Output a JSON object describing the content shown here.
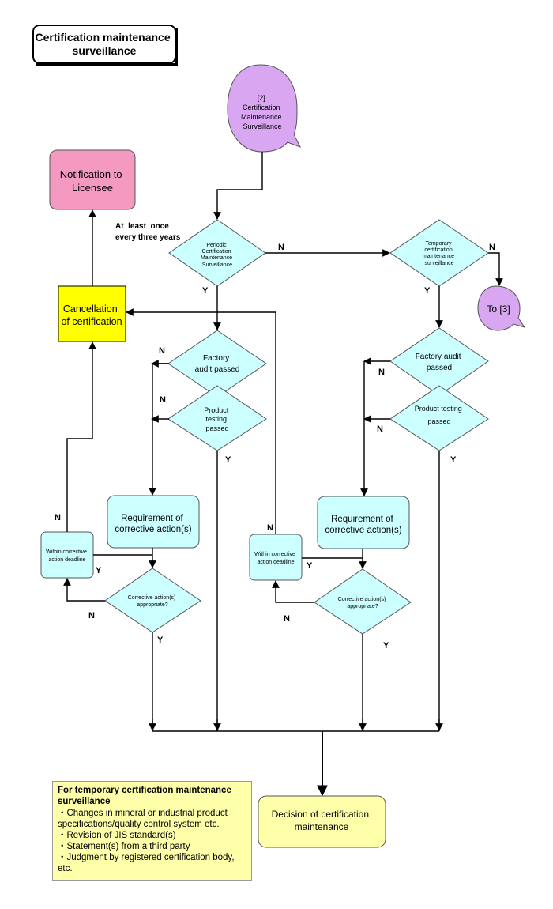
{
  "title": [
    "Certification maintenance",
    "surveillance"
  ],
  "nodes": {
    "start": [
      "[2]",
      "Certification",
      "Maintenance",
      "Surveillance"
    ],
    "notification": [
      "Notification to",
      "Licensee"
    ],
    "cancellation": [
      "Cancellation",
      "of certification"
    ],
    "periodic": [
      "Periodic",
      "Certification",
      "Maintenance",
      "Surveillance"
    ],
    "temporary": [
      "Temporary",
      "certification",
      "maintenance",
      "surveillance"
    ],
    "to3": "To [3]",
    "factory_left": [
      "Factory",
      "audit passed"
    ],
    "product_left": [
      "Product",
      "testing",
      "passed"
    ],
    "factory_right": [
      "Factory audit",
      "passed"
    ],
    "product_right": [
      "Product testing",
      "passed"
    ],
    "corrective_left": [
      "Requirement of",
      "corrective action(s)"
    ],
    "corrective_right": [
      "Requirement of",
      "corrective action(s)"
    ],
    "deadline_left": [
      "Within corrective",
      "action deadline"
    ],
    "deadline_right": [
      "Within corrective",
      "action deadline"
    ],
    "appropriate_left": [
      "Corrective action(s)",
      "appropriate?"
    ],
    "appropriate_right": [
      "Corrective action(s)",
      "appropriate?"
    ],
    "decision": [
      "Decision of certification",
      "maintenance"
    ]
  },
  "frequency_note": [
    "At  least  once",
    "every three years"
  ],
  "labels": {
    "yes": "Y",
    "no": "N"
  },
  "note": {
    "title": "For temporary certification maintenance surveillance",
    "items": [
      "・Changes in mineral or industrial product specifications/quality control system etc.",
      "・Revision of JIS standard(s)",
      "・Statement(s) from a third party",
      "・Judgment by registered certification body, etc."
    ]
  },
  "colors": {
    "start": "#d9a6f2",
    "notification": "#f49ac1",
    "cancellation": "#ffff00",
    "process": "#ccffff",
    "decision": "#ffffaa",
    "note": "#ffffaa"
  }
}
